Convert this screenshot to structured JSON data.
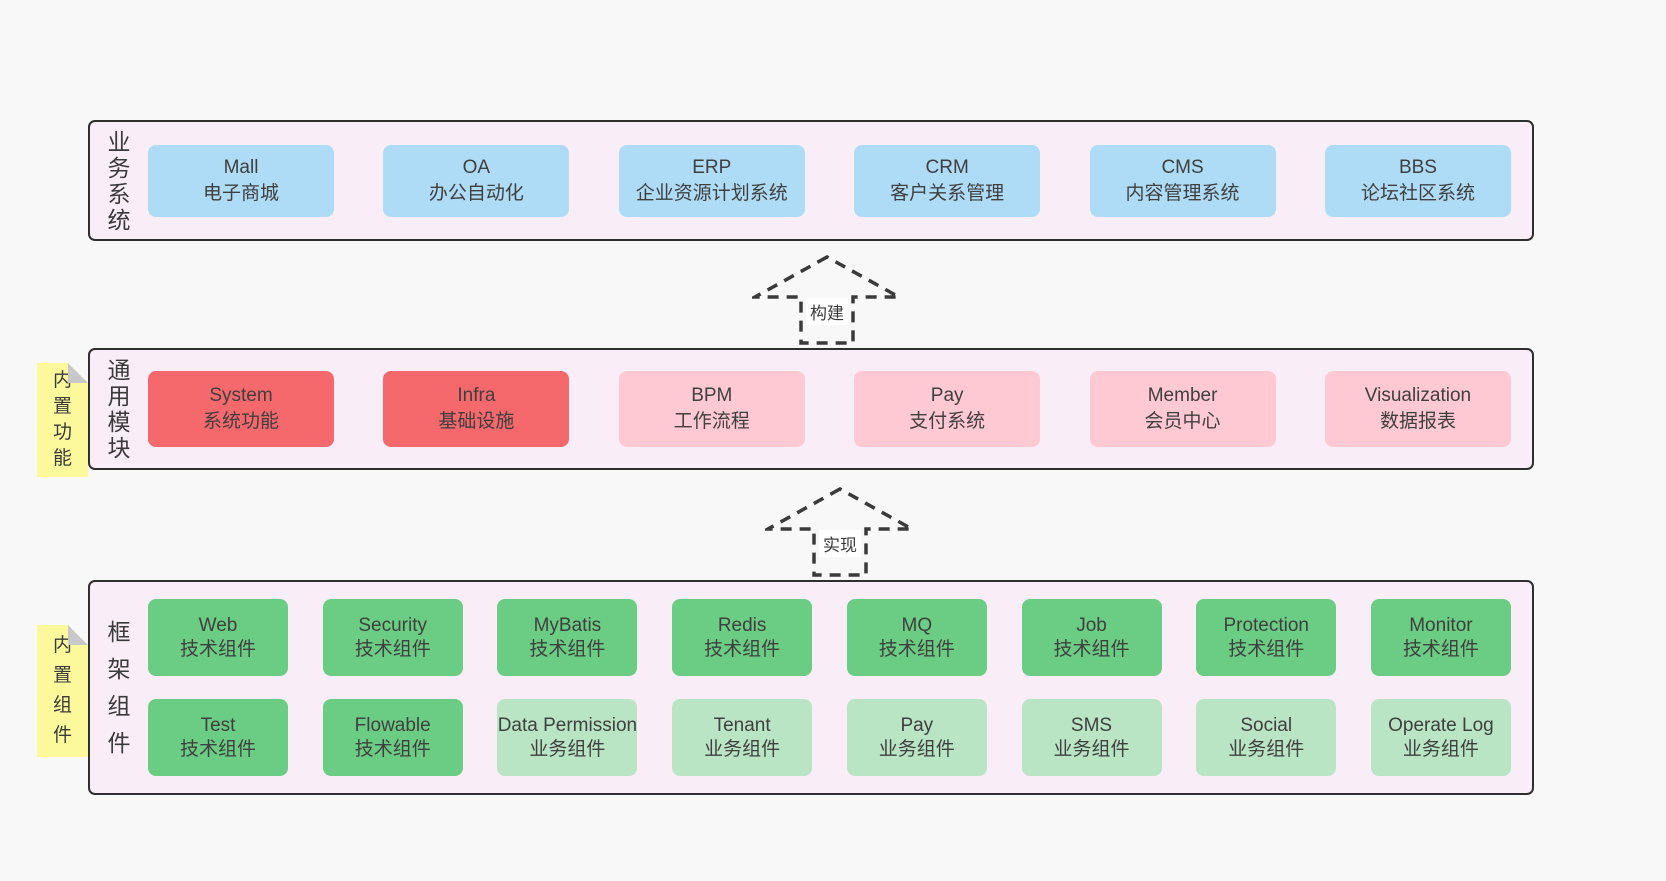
{
  "diagram_title": "ruoyi-vue-pro style architecture diagram",
  "colors": {
    "page_bg": "#f8f8f8",
    "container_bg": "#f9edf7",
    "container_border": "#2f2f2f",
    "blue": "#aedcf6",
    "red": "#f5696d",
    "pink": "#fec9d2",
    "green_dark": "#6bcd83",
    "green_light": "#b9e5c4",
    "note_yellow": "#fbf99c",
    "note_fold": "#c8c8c8",
    "text": "#3f3f3f",
    "arrow_stroke": "#3a3a3a"
  },
  "arrows": [
    {
      "id": "build",
      "label": "构建"
    },
    {
      "id": "implement",
      "label": "实现"
    }
  ],
  "layers": [
    {
      "id": "business",
      "label": "业务系统",
      "note": null,
      "rows": [
        [
          {
            "name": "Mall",
            "desc": "电子商城",
            "variant": "blue"
          },
          {
            "name": "OA",
            "desc": "办公自动化",
            "variant": "blue"
          },
          {
            "name": "ERP",
            "desc": "企业资源计划系统",
            "variant": "blue"
          },
          {
            "name": "CRM",
            "desc": "客户关系管理",
            "variant": "blue"
          },
          {
            "name": "CMS",
            "desc": "内容管理系统",
            "variant": "blue"
          },
          {
            "name": "BBS",
            "desc": "论坛社区系统",
            "variant": "blue"
          }
        ]
      ]
    },
    {
      "id": "modules",
      "label": "通用模块",
      "note": "内置功能",
      "rows": [
        [
          {
            "name": "System",
            "desc": "系统功能",
            "variant": "red"
          },
          {
            "name": "Infra",
            "desc": "基础设施",
            "variant": "red"
          },
          {
            "name": "BPM",
            "desc": "工作流程",
            "variant": "pink"
          },
          {
            "name": "Pay",
            "desc": "支付系统",
            "variant": "pink"
          },
          {
            "name": "Member",
            "desc": "会员中心",
            "variant": "pink"
          },
          {
            "name": "Visualization",
            "desc": "数据报表",
            "variant": "pink"
          }
        ]
      ]
    },
    {
      "id": "components",
      "label": "框架组件",
      "note": "内置组件",
      "rows": [
        [
          {
            "name": "Web",
            "desc": "技术组件",
            "variant": "green_dark"
          },
          {
            "name": "Security",
            "desc": "技术组件",
            "variant": "green_dark"
          },
          {
            "name": "MyBatis",
            "desc": "技术组件",
            "variant": "green_dark"
          },
          {
            "name": "Redis",
            "desc": "技术组件",
            "variant": "green_dark"
          },
          {
            "name": "MQ",
            "desc": "技术组件",
            "variant": "green_dark"
          },
          {
            "name": "Job",
            "desc": "技术组件",
            "variant": "green_dark"
          },
          {
            "name": "Protection",
            "desc": "技术组件",
            "variant": "green_dark"
          },
          {
            "name": "Monitor",
            "desc": "技术组件",
            "variant": "green_dark"
          }
        ],
        [
          {
            "name": "Test",
            "desc": "技术组件",
            "variant": "green_dark"
          },
          {
            "name": "Flowable",
            "desc": "技术组件",
            "variant": "green_dark"
          },
          {
            "name": "Data Permission",
            "desc": "业务组件",
            "variant": "green_light"
          },
          {
            "name": "Tenant",
            "desc": "业务组件",
            "variant": "green_light"
          },
          {
            "name": "Pay",
            "desc": "业务组件",
            "variant": "green_light"
          },
          {
            "name": "SMS",
            "desc": "业务组件",
            "variant": "green_light"
          },
          {
            "name": "Social",
            "desc": "业务组件",
            "variant": "green_light"
          },
          {
            "name": "Operate Log",
            "desc": "业务组件",
            "variant": "green_light"
          }
        ]
      ]
    }
  ]
}
